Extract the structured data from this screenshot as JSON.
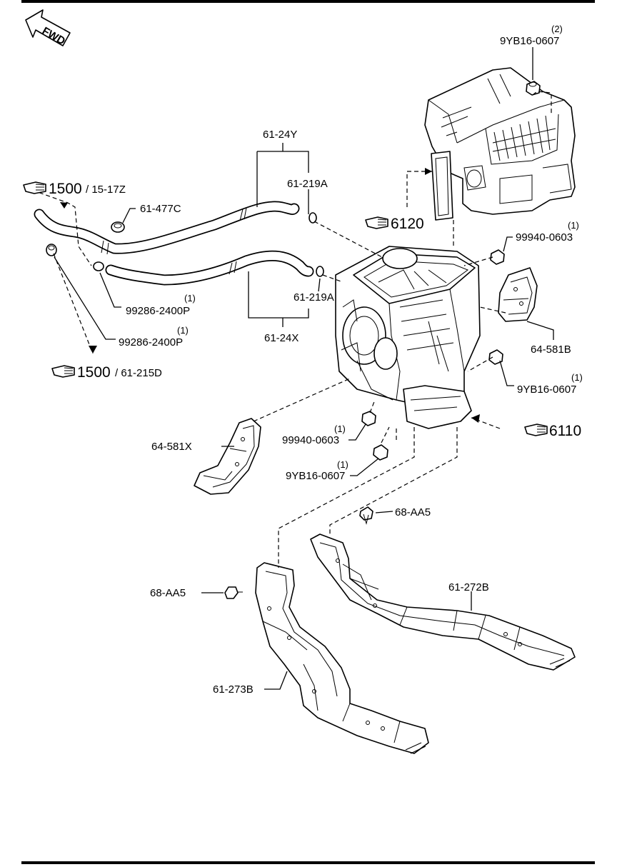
{
  "fwd_label": "FWD",
  "references": {
    "r1500_top": {
      "num": "1500",
      "sub": "/ 15-17Z"
    },
    "r1500_bottom": {
      "num": "1500",
      "sub": "/ 61-215D"
    },
    "r6120": {
      "num": "6120"
    },
    "r6110": {
      "num": "6110"
    }
  },
  "labels": {
    "qty_top_nut": "(2)",
    "nut_top": "9YB16-0607",
    "hose_24y": "61-24Y",
    "clamp_219a_top": "61-219A",
    "clip_477c": "61-477C",
    "qty_99940_top": "(1)",
    "washer_99940_top": "99940-0603",
    "clamp_219a_bottom": "61-219A",
    "qty_clamp_1": "(1)",
    "clamp_99286_1": "99286-2400P",
    "qty_clamp_2": "(1)",
    "clamp_99286_2": "99286-2400P",
    "hose_24x": "61-24X",
    "duct_581b": "64-581B",
    "qty_nut_right": "(1)",
    "nut_right": "9YB16-0607",
    "duct_581x": "64-581X",
    "qty_99940_bottom": "(1)",
    "washer_99940_bottom": "99940-0603",
    "qty_nut_bottom": "(1)",
    "nut_bottom": "9YB16-0607",
    "clip_aa5_right": "68-AA5",
    "clip_aa5_left": "68-AA5",
    "duct_272b": "61-272B",
    "duct_273b": "61-273B"
  }
}
